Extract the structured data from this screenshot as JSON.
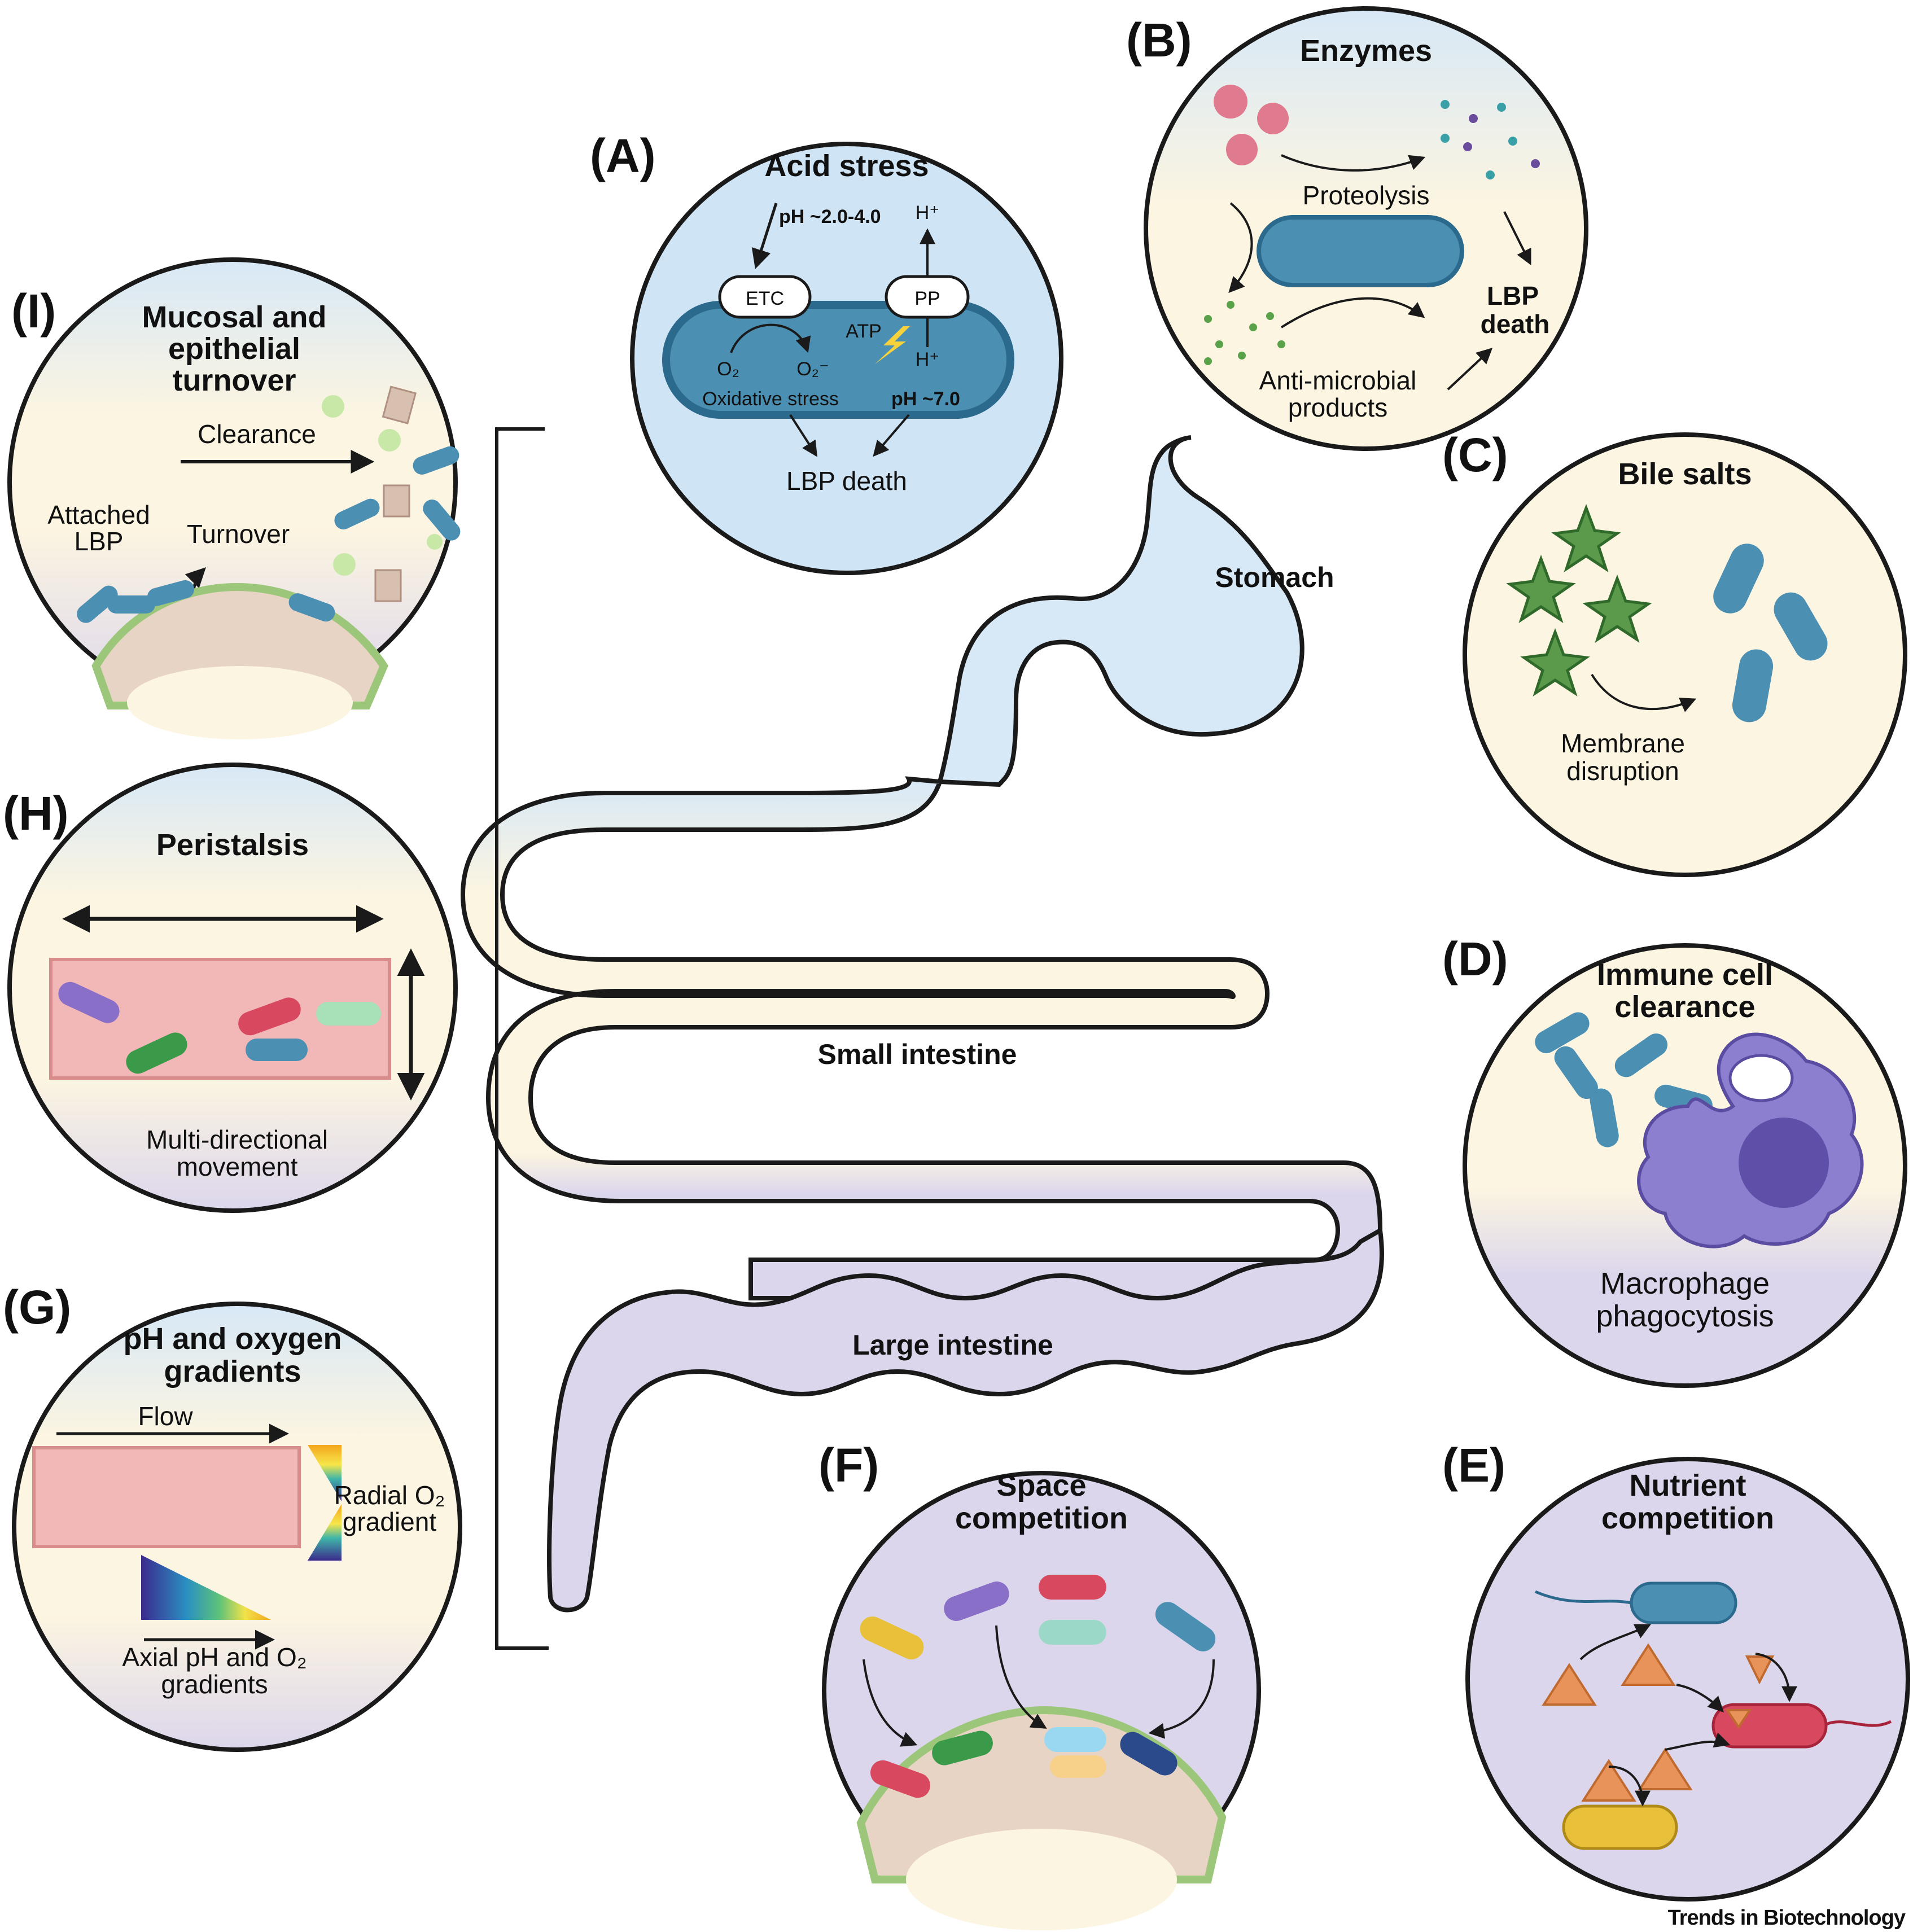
{
  "gut": {
    "stomach": "Stomach",
    "small_intestine": "Small intestine",
    "large_intestine": "Large intestine"
  },
  "panels": {
    "A": {
      "letter": "(A)",
      "title": "Acid stress",
      "ph_low": "pH ~2.0-4.0",
      "h_top": "H⁺",
      "etc": "ETC",
      "pp": "PP",
      "atp": "ATP",
      "o2": "O₂",
      "o2_minus": "O₂⁻",
      "h_bottom": "H⁺",
      "oxidative": "Oxidative stress",
      "ph_neutral": "pH ~7.0",
      "death": "LBP death"
    },
    "B": {
      "letter": "(B)",
      "title": "Enzymes",
      "proteolysis": "Proteolysis",
      "death_1": "LBP",
      "death_2": "death",
      "antimicrobial_1": "Anti-microbial",
      "antimicrobial_2": "products"
    },
    "C": {
      "letter": "(C)",
      "title": "Bile salts",
      "caption_1": "Membrane",
      "caption_2": "disruption"
    },
    "D": {
      "letter": "(D)",
      "title_1": "Immune cell",
      "title_2": "clearance",
      "caption_1": "Macrophage",
      "caption_2": "phagocytosis"
    },
    "E": {
      "letter": "(E)",
      "title_1": "Nutrient",
      "title_2": "competition"
    },
    "F": {
      "letter": "(F)",
      "title_1": "Space",
      "title_2": "competition"
    },
    "G": {
      "letter": "(G)",
      "title_1": "pH and oxygen",
      "title_2": "gradients",
      "flow": "Flow",
      "radial_1": "Radial O₂",
      "radial_2": "gradient",
      "axial_1": "Axial pH and O₂",
      "axial_2": "gradients"
    },
    "H": {
      "letter": "(H)",
      "title": "Peristalsis",
      "caption_1": "Multi-directional",
      "caption_2": "movement"
    },
    "I": {
      "letter": "(I)",
      "title_1": "Mucosal and",
      "title_2": "epithelial",
      "title_3": "turnover",
      "clearance": "Clearance",
      "attached_1": "Attached",
      "attached_2": "LBP",
      "turnover": "Turnover"
    }
  },
  "footer": "Trends in Biotechnology",
  "colors": {
    "blue_zone": "#d7e8f6",
    "cream_zone": "#fcf5e1",
    "lilac_zone": "#dcd6ec",
    "bacterium_blue": "#4b8fb3",
    "macrophage": "#8c7fd0",
    "outline": "#1a1a1a"
  }
}
